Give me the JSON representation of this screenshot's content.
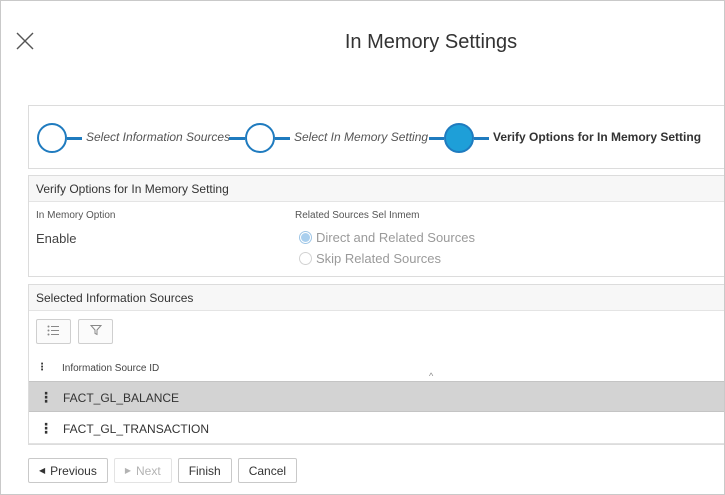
{
  "dialog": {
    "title": "In Memory Settings"
  },
  "train": {
    "steps": [
      {
        "label": "Select Information Sources",
        "state": "visited"
      },
      {
        "label": "Select In Memory Setting",
        "state": "visited"
      },
      {
        "label": "Verify Options for In Memory Setting",
        "state": "current"
      }
    ]
  },
  "verify_panel": {
    "header": "Verify Options for In Memory Setting",
    "in_memory_option_label": "In Memory Option",
    "in_memory_option_value": "Enable",
    "related_sources_label": "Related Sources Sel Inmem",
    "radio_options": [
      {
        "label": "Direct and Related Sources",
        "checked": true
      },
      {
        "label": "Skip Related Sources",
        "checked": false
      }
    ]
  },
  "sources_panel": {
    "header": "Selected Information Sources",
    "toolbar": {
      "columns_icon": "list-columns-icon",
      "filter_icon": "filter-icon"
    },
    "column_header": "Information Source ID",
    "sort_indicator": "^",
    "rows": [
      {
        "id": "FACT_GL_BALANCE",
        "selected": true
      },
      {
        "id": "FACT_GL_TRANSACTION",
        "selected": false
      }
    ]
  },
  "footer": {
    "previous": "Previous",
    "next": "Next",
    "finish": "Finish",
    "cancel": "Cancel"
  },
  "colors": {
    "accent": "#1f7bbf",
    "active_stop": "#1e9fd8",
    "selected_row": "#d3d3d3"
  }
}
